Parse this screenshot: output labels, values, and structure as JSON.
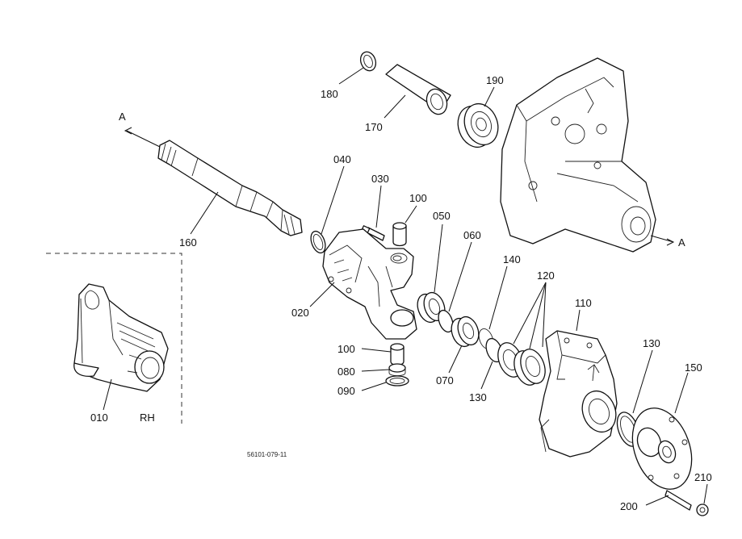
{
  "parts": {
    "p010": "010",
    "p020": "020",
    "p030": "030",
    "p040": "040",
    "p050": "050",
    "p060": "060",
    "p070": "070",
    "p080": "080",
    "p090": "090",
    "p100a": "100",
    "p100b": "100",
    "p110": "110",
    "p120": "120",
    "p130a": "130",
    "p130b": "130",
    "p140": "140",
    "p150": "150",
    "p160": "160",
    "p170": "170",
    "p180": "180",
    "p190": "190",
    "p200": "200",
    "p210": "210"
  },
  "section_marks": {
    "left": "A",
    "right": "A"
  },
  "inset_label": "RH",
  "drawing_code": "56101-079-11"
}
